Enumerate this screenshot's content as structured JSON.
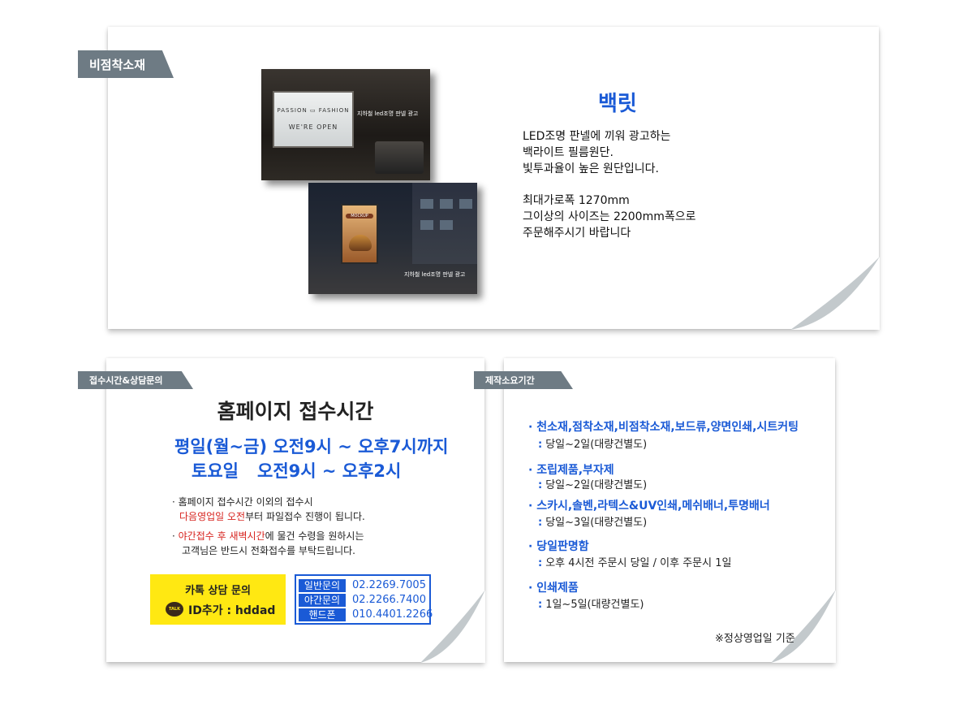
{
  "top": {
    "tag": "비점착소재",
    "title": "백릿",
    "desc": [
      "LED조명 판넬에 끼워 광고하는",
      "백라이트 필름원단.",
      "빛투과율이 높은 원단입니다.",
      "최대가로폭 1270mm",
      "그이상의 사이즈는 2200mm폭으로",
      "주문해주시기 바랍니다"
    ],
    "photo1": {
      "line1": "PASSION ▭ FASHION",
      "line2": "WE'RE OPEN",
      "caption": "지하철 led조명 판넬 광고"
    },
    "photo2": {
      "mock": "MOCKUP",
      "caption": "지하철 led조명 판넬 광고"
    }
  },
  "reception": {
    "tag": "접수시간&상담문의",
    "title": "홈페이지 접수시간",
    "weekday": "평일(월~금) 오전9시 ~ 오후7시까지",
    "saturday_label": "토요일",
    "saturday_hours": "오전9시 ~ 오후2시",
    "note1_a": "· 홈페이지 접수시간 이외의 접수시",
    "note1_red": "다음영업일 오전",
    "note1_b": "부터 파일접수 진행이 됩니다.",
    "note2_pre": "· ",
    "note2_red": "야간접수 후 새벽시간",
    "note2_b": "에 물건 수령을 원하시는",
    "note2_c": "고객님은 반드시 전화접수를 부탁드립니다.",
    "kakao_title": "카톡 상담 문의",
    "kakao_icon": "TALK",
    "kakao_id": "ID추가 : hddad",
    "phones": [
      {
        "label": "일반문의",
        "number": "02.2269.7005"
      },
      {
        "label": "야간문의",
        "number": "02.2266.7400"
      },
      {
        "label": "핸드폰",
        "number": "010.4401.2266"
      }
    ]
  },
  "production": {
    "tag": "제작소요기간",
    "items": [
      {
        "name": "· 천소재,점착소재,비점착소재,보드류,양면인쇄,시트커팅",
        "mark": ":",
        "time": "당일~2일(대량건별도)"
      },
      {
        "name": "· 조립제품,부자제",
        "mark": ":",
        "time": "당일~2일(대량건별도)"
      },
      {
        "name": "· 스카시,솔벤,라텍스&UV인쇄,메쉬배너,투명배너",
        "mark": ":",
        "time": "당일~3일(대량건별도)"
      },
      {
        "name": "· 당일판명함",
        "mark": ":",
        "time": "오후 4시전 주문시 당일 / 이후 주문시 1일"
      },
      {
        "name": "· 인쇄제품",
        "mark": ":",
        "time": "1일~5일(대량건별도)"
      }
    ],
    "footnote": "※정상영업일 기준"
  },
  "colors": {
    "accent": "#1a5ad6",
    "tag": "#6e7b84",
    "red": "#d7241f",
    "kakao": "#ffe812"
  }
}
